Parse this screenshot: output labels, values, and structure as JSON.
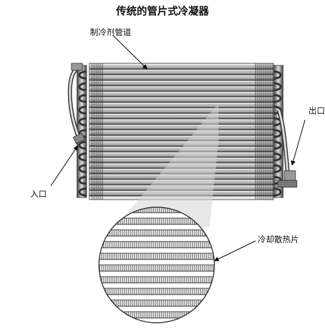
{
  "title": "传统的管片式冷凝器",
  "labels": {
    "refrigerant_tube": "制冷剂管道",
    "outlet": "出口",
    "inlet": "入口",
    "cooling_fin": "冷却散热片"
  }
}
